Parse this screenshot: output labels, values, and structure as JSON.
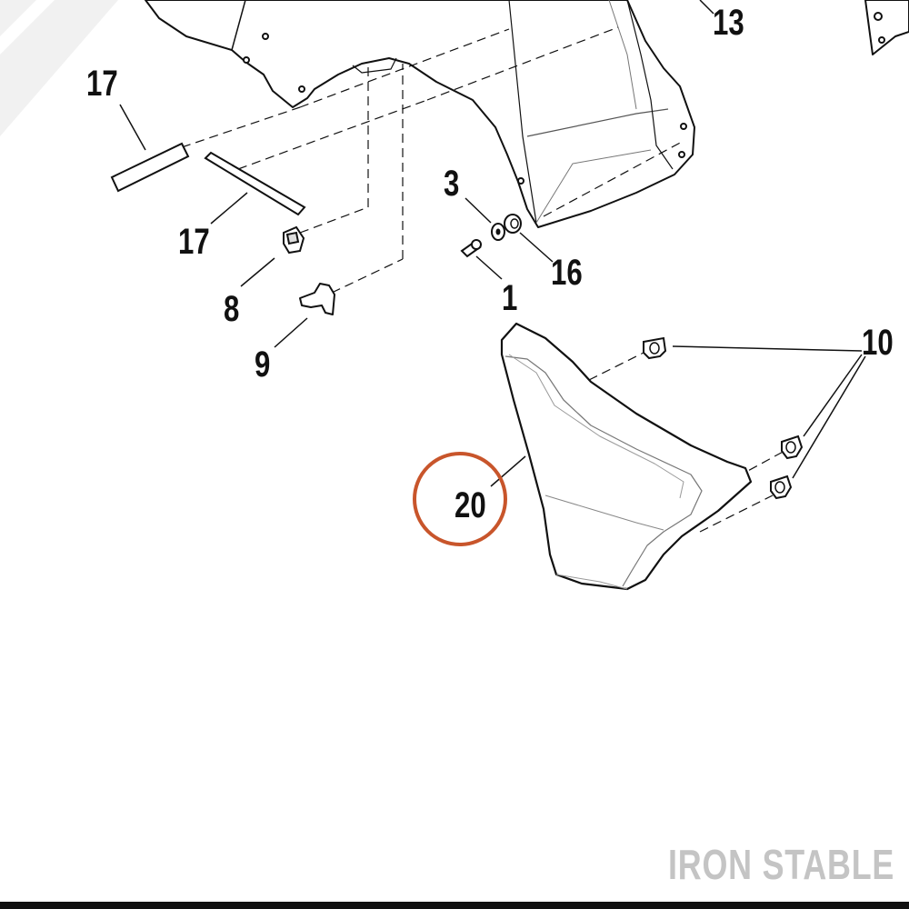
{
  "diagram": {
    "labels": {
      "p17_top": "17",
      "p17_bottom": "17",
      "p13": "13",
      "p3": "3",
      "p16": "16",
      "p1": "1",
      "p8": "8",
      "p9": "9",
      "p10": "10",
      "p20": "20"
    },
    "highlight": {
      "part": "20",
      "color": "#c8552b"
    },
    "watermark": "IRON STABLE"
  }
}
